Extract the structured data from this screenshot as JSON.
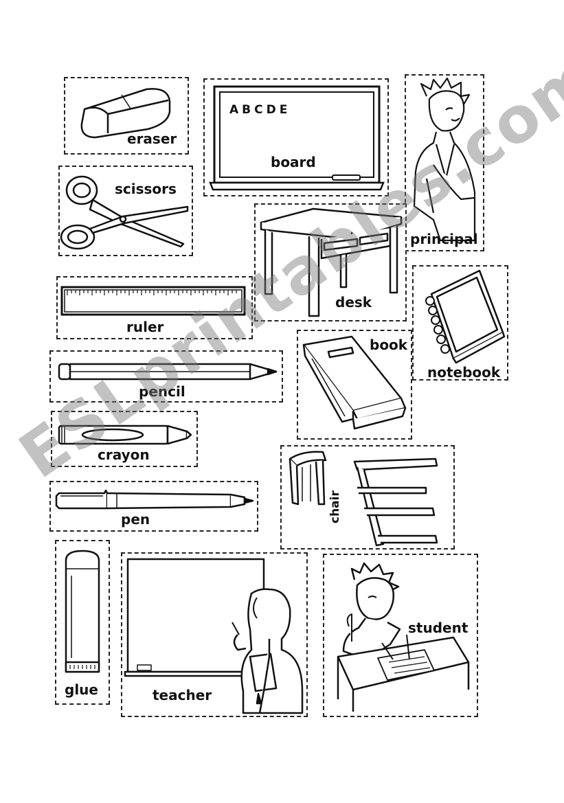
{
  "labels": {
    "eraser": "eraser",
    "board": "board",
    "board_letters": "ABCDE",
    "principal": "principal",
    "scissors": "scissors",
    "desk": "desk",
    "notebook": "notebook",
    "ruler": "ruler",
    "book": "book",
    "pencil": "pencil",
    "crayon": "crayon",
    "chair": "chair",
    "pen": "pen",
    "glue": "glue",
    "teacher": "teacher",
    "student": "student"
  },
  "watermark": "ESLprintables.com",
  "colors": {
    "ink": "#111111",
    "paper": "#ffffff",
    "watermark": "#787878"
  }
}
